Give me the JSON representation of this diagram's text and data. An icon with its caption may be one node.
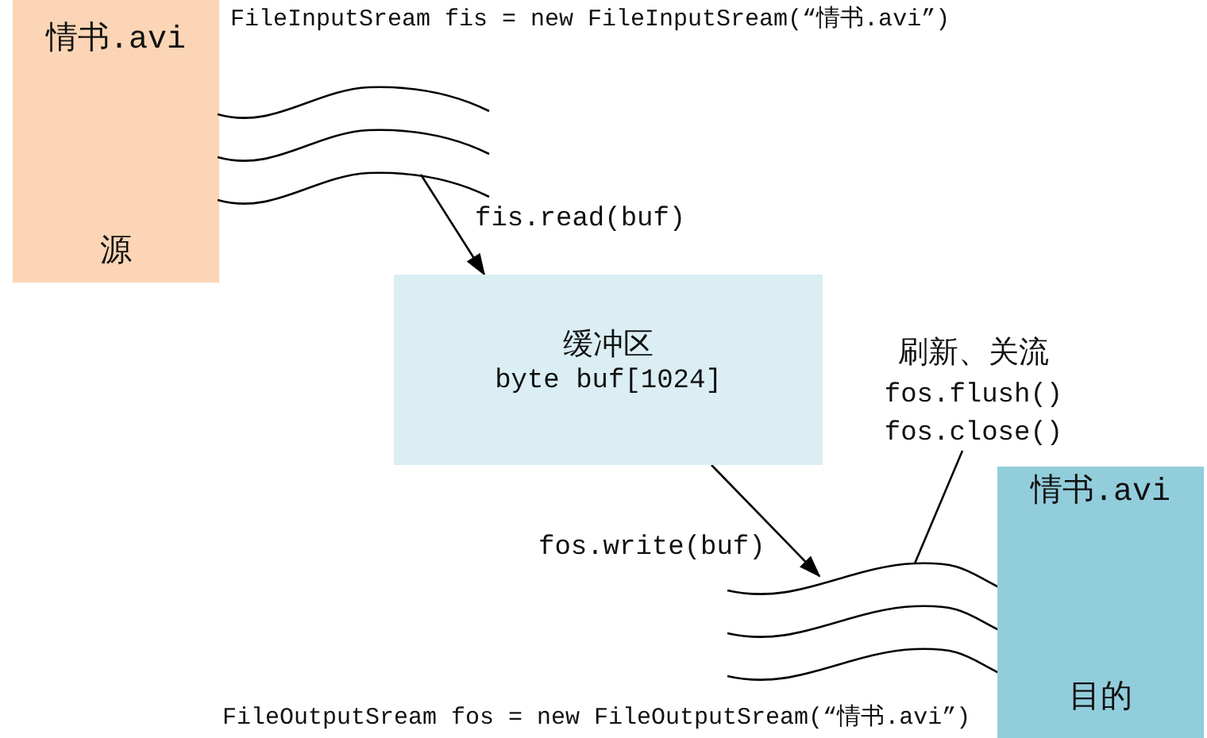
{
  "diagram": {
    "nodes": [
      {
        "text": [
          "情书.avi",
          "源"
        ]
      },
      {
        "text": [],
        "shape": "wave"
      },
      {
        "text": [
          "缓冲区",
          "byte buf[1024]"
        ]
      },
      {
        "text": [
          "刷新、关流",
          "fos.flush()",
          "fos.close()"
        ]
      },
      {
        "text": [],
        "shape": "wave"
      },
      {
        "text": [
          "情书.avi",
          "目的"
        ]
      }
    ],
    "edges": [
      {
        "from": 1,
        "to": 2,
        "arrow": "to",
        "label": "fis.read(buf)"
      },
      {
        "from": 2,
        "to": 4,
        "arrow": "to",
        "label": "fos.write(buf)"
      },
      {
        "from": 3,
        "to": 4,
        "arrow": "none"
      }
    ],
    "labels": [
      "FileInputSream fis = new FileInputSream(“情书.avi”)",
      "FileOutputSream fos = new FileOutputSream(“情书.avi”)"
    ]
  }
}
